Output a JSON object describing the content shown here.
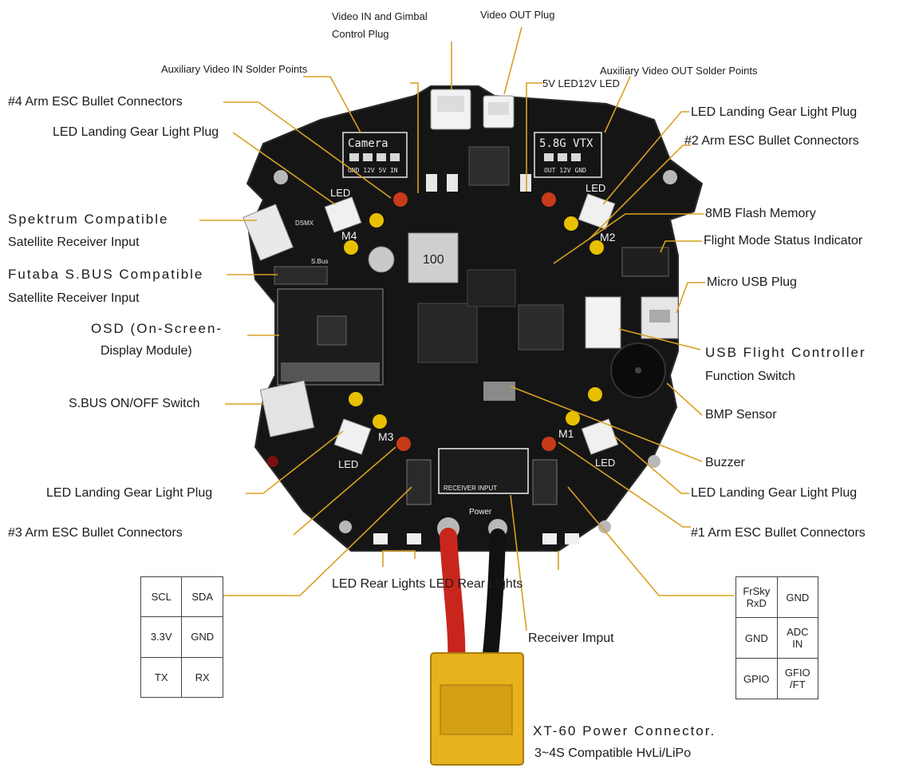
{
  "labels": {
    "video_in_gimbal": "Video IN and Gimbal\nControl Plug",
    "video_out_plug": "Video OUT Plug",
    "aux_video_in": "Auxiliary Video IN Solder Points",
    "aux_video_out": "Auxiliary Video OUT Solder Points",
    "led_5v_12v": "5V LED12V LED",
    "arm4_esc": "#4 Arm ESC Bullet Connectors",
    "led_gear_top_left": "LED Landing Gear Light Plug",
    "led_gear_top_right": "LED Landing Gear Light Plug",
    "arm2_esc": "#2 Arm ESC Bullet Connectors",
    "spektrum_line1": "Spektrum Compatible",
    "spektrum_line2": "Satellite Receiver Input",
    "flash_memory": "8MB Flash Memory",
    "flight_mode": "Flight Mode Status Indicator",
    "futaba_line1": "Futaba S.BUS Compatible",
    "futaba_line2": "Satellite Receiver Input",
    "micro_usb": "Micro USB Plug",
    "osd_line1": "OSD (On-Screen-",
    "osd_line2": "Display Module)",
    "usb_switch_line1": "USB Flight Controller",
    "usb_switch_line2": "Function Switch",
    "sbus_switch": "S.BUS ON/OFF Switch",
    "bmp_sensor": "BMP Sensor",
    "buzzer": "Buzzer",
    "led_gear_bottom_left": "LED Landing Gear Light Plug",
    "led_gear_bottom_right": "LED Landing Gear Light Plug",
    "arm3_esc": "#3 Arm ESC Bullet Connectors",
    "arm1_esc": "#1 Arm ESC Bullet Connectors",
    "led_rear_lights": "LED Rear Lights LED Rear Lights",
    "receiver_input": "Receiver Imput",
    "xt60_line1": "XT-60 Power Connector.",
    "xt60_line2": "3~4S Compatible HvLi/LiPo"
  },
  "left_pin_table": [
    [
      "SCL",
      "SDA"
    ],
    [
      "3.3V",
      "GND"
    ],
    [
      "TX",
      "RX"
    ]
  ],
  "right_pin_table": [
    [
      "FrSky\nRxD",
      "GND"
    ],
    [
      "GND",
      "ADC\nIN"
    ],
    [
      "GPIO",
      "GFIO\n/FT"
    ]
  ],
  "pcb": {
    "camera": "Camera",
    "camera_pins": "GND 12V 5V IN",
    "vtx": "5.8G VTX",
    "vtx_pins": "OUT 12V GND",
    "m1": "M1",
    "m2": "M2",
    "m3": "M3",
    "m4": "M4",
    "led": "LED",
    "power": "Power",
    "receiver_input": "RECEIVER INPUT",
    "sbus": "S.Bus",
    "dsmx": "DSMX",
    "inductor": "100"
  },
  "colors": {
    "pcb": "#151515",
    "leader": "#d9a020",
    "gold": "#c89a3a",
    "xt60": "#e8b21c"
  }
}
